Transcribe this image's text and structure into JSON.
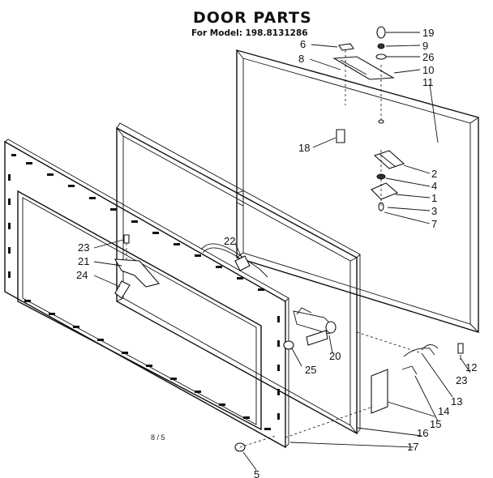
{
  "header": {
    "title": "DOOR PARTS",
    "model_line": "For Model: 198.8131286"
  },
  "footer": {
    "page_mark": "8 / 5"
  },
  "callouts": [
    "19",
    "9",
    "26",
    "10",
    "11",
    "6",
    "8",
    "18",
    "2",
    "4",
    "1",
    "3",
    "7",
    "22",
    "23",
    "21",
    "24",
    "20",
    "25",
    "23",
    "12",
    "13",
    "14",
    "15",
    "16",
    "17",
    "5"
  ]
}
